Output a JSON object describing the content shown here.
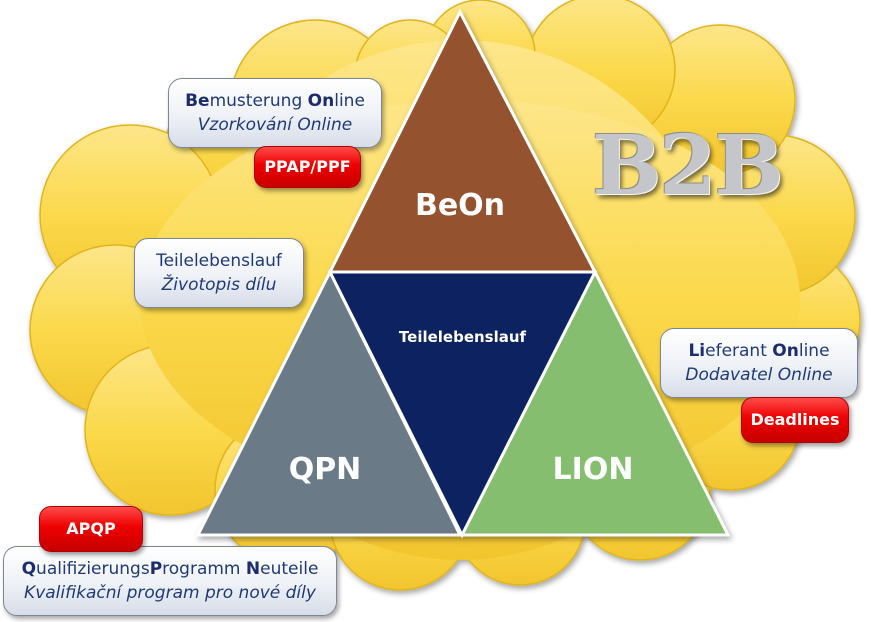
{
  "b2b_title": "B2B",
  "triangles": {
    "beon": "BeOn",
    "center": "Teilelebenslauf",
    "qpn": "QPN",
    "lion": "LION"
  },
  "cards": {
    "beon": {
      "line1": {
        "b1": "Be",
        "t1": "musterung ",
        "b2": "On",
        "t2": "line"
      },
      "line2": "Vzorkování Online"
    },
    "teilelebenslauf": {
      "line1": "Teilelebenslauf",
      "line2": "Životopis dílu"
    },
    "lion": {
      "line1": {
        "b1": "Li",
        "t1": "eferant ",
        "b2": "On",
        "t2": "line"
      },
      "line2": "Dodavatel Online"
    },
    "qpn": {
      "line1": {
        "b1": "Q",
        "t1": "ualifizierungs",
        "b2": "P",
        "t2": "rogramm ",
        "b3": "N",
        "t3": "euteile"
      },
      "line2": "Kvalifikační program pro nové díly"
    }
  },
  "tags": {
    "ppap": "PPAP/PPF",
    "deadlines": "Deadlines",
    "apqp": "APQP"
  },
  "colors": {
    "cloud": "#fbd94b",
    "beon": "#94522e",
    "center": "#0f2160",
    "qpn": "#6b7a86",
    "lion": "#85be6e",
    "tag_red": "#ee0000",
    "card_text": "#1e3a78"
  }
}
